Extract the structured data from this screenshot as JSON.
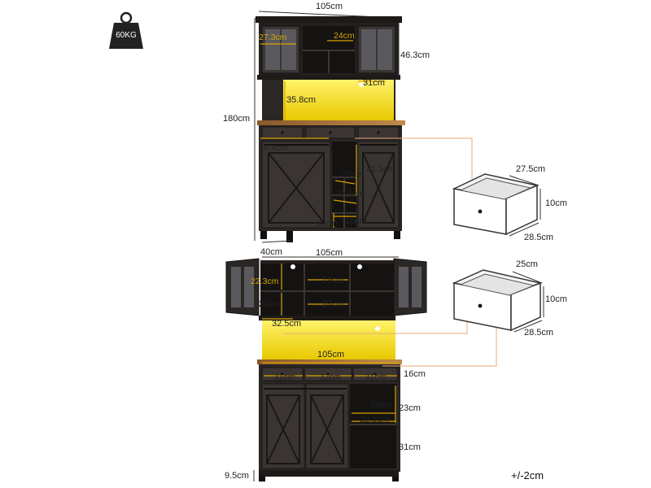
{
  "weight": "60KG",
  "tolerance": "+/-2cm",
  "top_view": {
    "width_top": "105cm",
    "height_total": "180cm",
    "hutch_height": "46.3cm",
    "glass_door": "27.3cm",
    "center_shelf": "24cm",
    "hutch_depth": "31cm",
    "light_cavity": "35.8cm",
    "side_width": "38.4cm",
    "wine_width": "35cm",
    "wine_height": "21.5cm",
    "inner_width": "32.5cm",
    "cubby_w": "10cm",
    "cubby_h": "10cm",
    "depth": "40cm"
  },
  "bottom_view": {
    "width_top": "105cm",
    "shelf_h1": "22.3cm",
    "shelf_mid": "19cm",
    "shelf_h2": "24cm",
    "shelf_h3": "24cm",
    "cavity_w": "32.5cm",
    "counter_w": "105cm",
    "drawer_l": "31cm",
    "drawer_m": "32cm",
    "drawer_r": "31cm",
    "drawer_h": "16cm",
    "side_inner_w": "35cm",
    "side_inner_h": "23cm",
    "side_inner_d": "32.5cm",
    "lower_h": "31cm",
    "leg_h": "9.5cm"
  },
  "drawer1": {
    "depth": "27.5cm",
    "height": "10cm",
    "width": "28.5cm"
  },
  "drawer2": {
    "depth": "25cm",
    "height": "10cm",
    "width": "28.5cm"
  }
}
